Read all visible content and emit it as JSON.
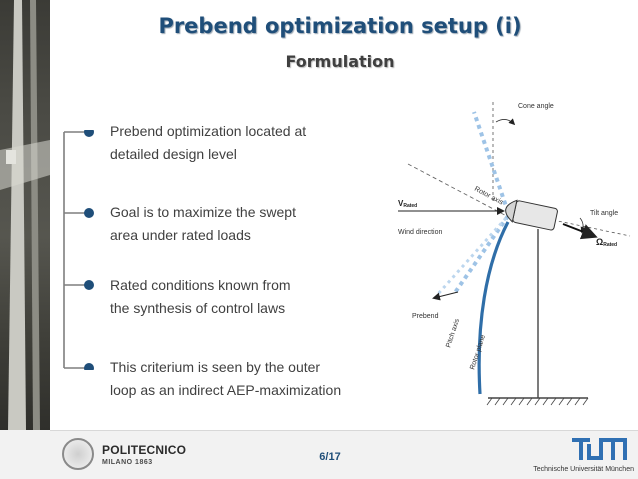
{
  "slide": {
    "title": "Prebend optimization setup (i)",
    "subtitle": "Formulation",
    "accent_color": "#1f4e79"
  },
  "bullets": [
    {
      "line1": "Prebend optimization located at",
      "line2": "detailed design level"
    },
    {
      "line1": "Goal is to maximize the swept",
      "line2": "area under rated loads"
    },
    {
      "line1": "Rated conditions known from",
      "line2": "the synthesis of control laws"
    },
    {
      "line1": "This criterium is seen by the outer",
      "line2": "loop as an indirect AEP-maximization"
    }
  ],
  "diagram": {
    "cone_angle": "Cone angle",
    "v_rated_symbol": "V",
    "v_rated_sub": "Rated",
    "wind_direction": "Wind direction",
    "rotor_axis": "Rotor axis",
    "tilt_angle": "Tilt angle",
    "omega_symbol": "Ω",
    "omega_sub": "Rated",
    "prebend": "Prebend",
    "pitch_axis": "Pitch axis",
    "rotor_plane": "Rotor plane"
  },
  "footer": {
    "university_name": "POLITECNICO",
    "university_city": "MILANO 1863",
    "page_number": "6/17",
    "tum_name": "Technische Universität München",
    "tum_logo_icon": "tum-logo-icon",
    "seal_icon": "university-seal-icon"
  }
}
